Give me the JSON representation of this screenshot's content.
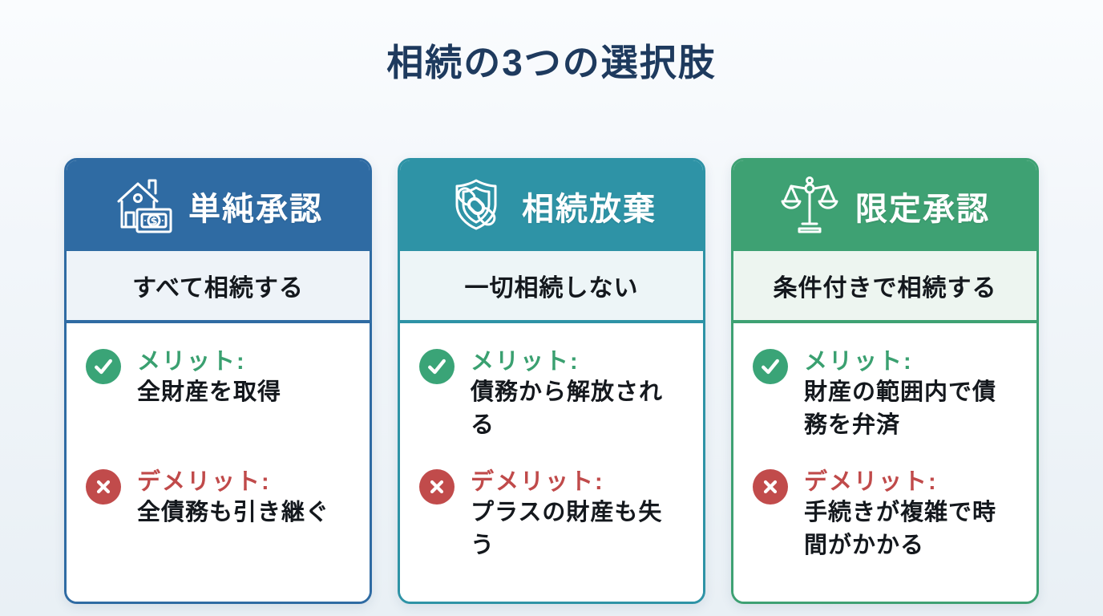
{
  "page": {
    "title": "相続の3つの選択肢",
    "background_color": "#edf3f7",
    "title_color": "#1e3a5e"
  },
  "labels": {
    "merit": "メリット:",
    "demerit": "デメリット:"
  },
  "status_colors": {
    "merit_green": "#3aa070",
    "demerit_red": "#c04a4a",
    "check_badge": "#3aa477",
    "x_badge": "#c14b4b"
  },
  "cards": [
    {
      "title": "単純承認",
      "icon": "house-money-icon",
      "theme_color": "#2f6ba3",
      "subtitle": "すべて相続する",
      "merit": "全財産を取得",
      "demerit": "全債務も引き継ぐ"
    },
    {
      "title": "相続放棄",
      "icon": "shield-chain-icon",
      "theme_color": "#2e93a6",
      "subtitle": "一切相続しない",
      "merit": "債務から解放される",
      "demerit": "プラスの財産も失う"
    },
    {
      "title": "限定承認",
      "icon": "scales-icon",
      "theme_color": "#3ea173",
      "subtitle": "条件付きで相続する",
      "merit": "財産の範囲内で債務を弁済",
      "demerit": "手続きが複雑で時間がかかる"
    }
  ]
}
